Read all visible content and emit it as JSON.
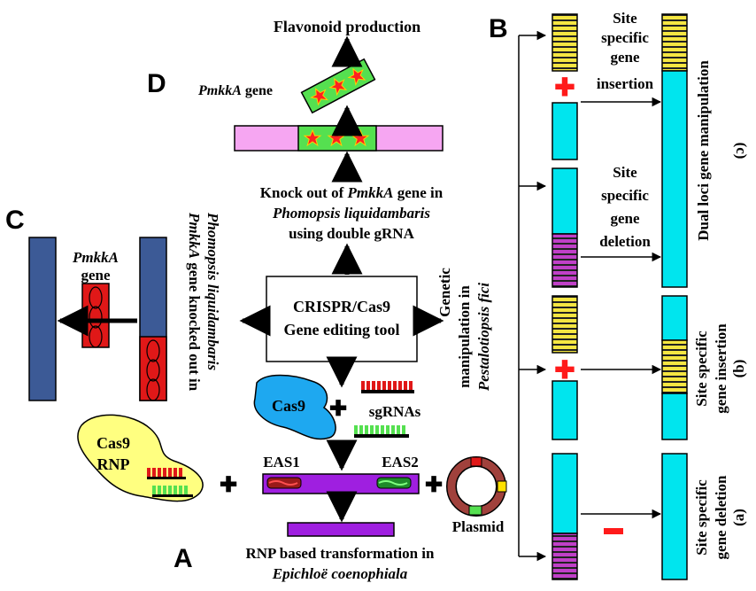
{
  "panels": {
    "a": {
      "letter": "A",
      "caption_line1": "RNP based transformation in",
      "caption_line2": "Epichloë coenophiala",
      "cas9_label": "Cas9",
      "sgrna_label": "sgRNAs",
      "rnp_line1": "Cas9",
      "rnp_line2": "RNP",
      "eas1": "EAS1",
      "eas2": "EAS2",
      "plasmid": "Plasmid"
    },
    "b": {
      "letter": "B",
      "side_line1": "Genetic",
      "side_line2": "manipulation in",
      "side_line3": "Pestalotiopsis fici",
      "insertion_text": [
        "Site",
        "specific",
        "gene",
        "insertion"
      ],
      "deletion_text": [
        "Site",
        "specific",
        "gene",
        "deletion"
      ],
      "result_c": "Dual loci gene manipulation",
      "result_c_tag": "(c)",
      "result_b_line1": "Site specific",
      "result_b_line2": "gene insertion",
      "result_b_tag": "(b)",
      "result_a_line1": "Site specific",
      "result_a_line2": "gene deletion",
      "result_a_tag": "(a)"
    },
    "c": {
      "letter": "C",
      "gene_italic": "PmkkA",
      "gene_word": "gene",
      "side_italic1": "PmkkA",
      "side_rest1": " gene knocked out in",
      "side_line2": "Phomopsis liquidambaris"
    },
    "d": {
      "letter": "D",
      "flavonoid": "Flavonoid production",
      "gene_italic": "PmkkA",
      "gene_word": " gene",
      "ko_pre": "Knock out of ",
      "ko_italic": "PmkkA",
      "ko_post": " gene in",
      "ko_line2": "Phomopsis  liquidambaris",
      "ko_line3": "using double gRNA"
    }
  },
  "center": {
    "line1": "CRISPR/Cas9",
    "line2": "Gene editing tool"
  },
  "colors": {
    "cyan": "#00e5ee",
    "yellow": "#f5e642",
    "purple": "#b030c0",
    "violet": "#9f1fe0",
    "pink": "#f6a6f2",
    "green": "#55e050",
    "red_plus": "#ff1a1a",
    "blue_bar": "#3c5a96",
    "red_gene": "#e01818",
    "cas9_blue": "#1ea8f0",
    "rnp_yellow": "#ffff80"
  }
}
